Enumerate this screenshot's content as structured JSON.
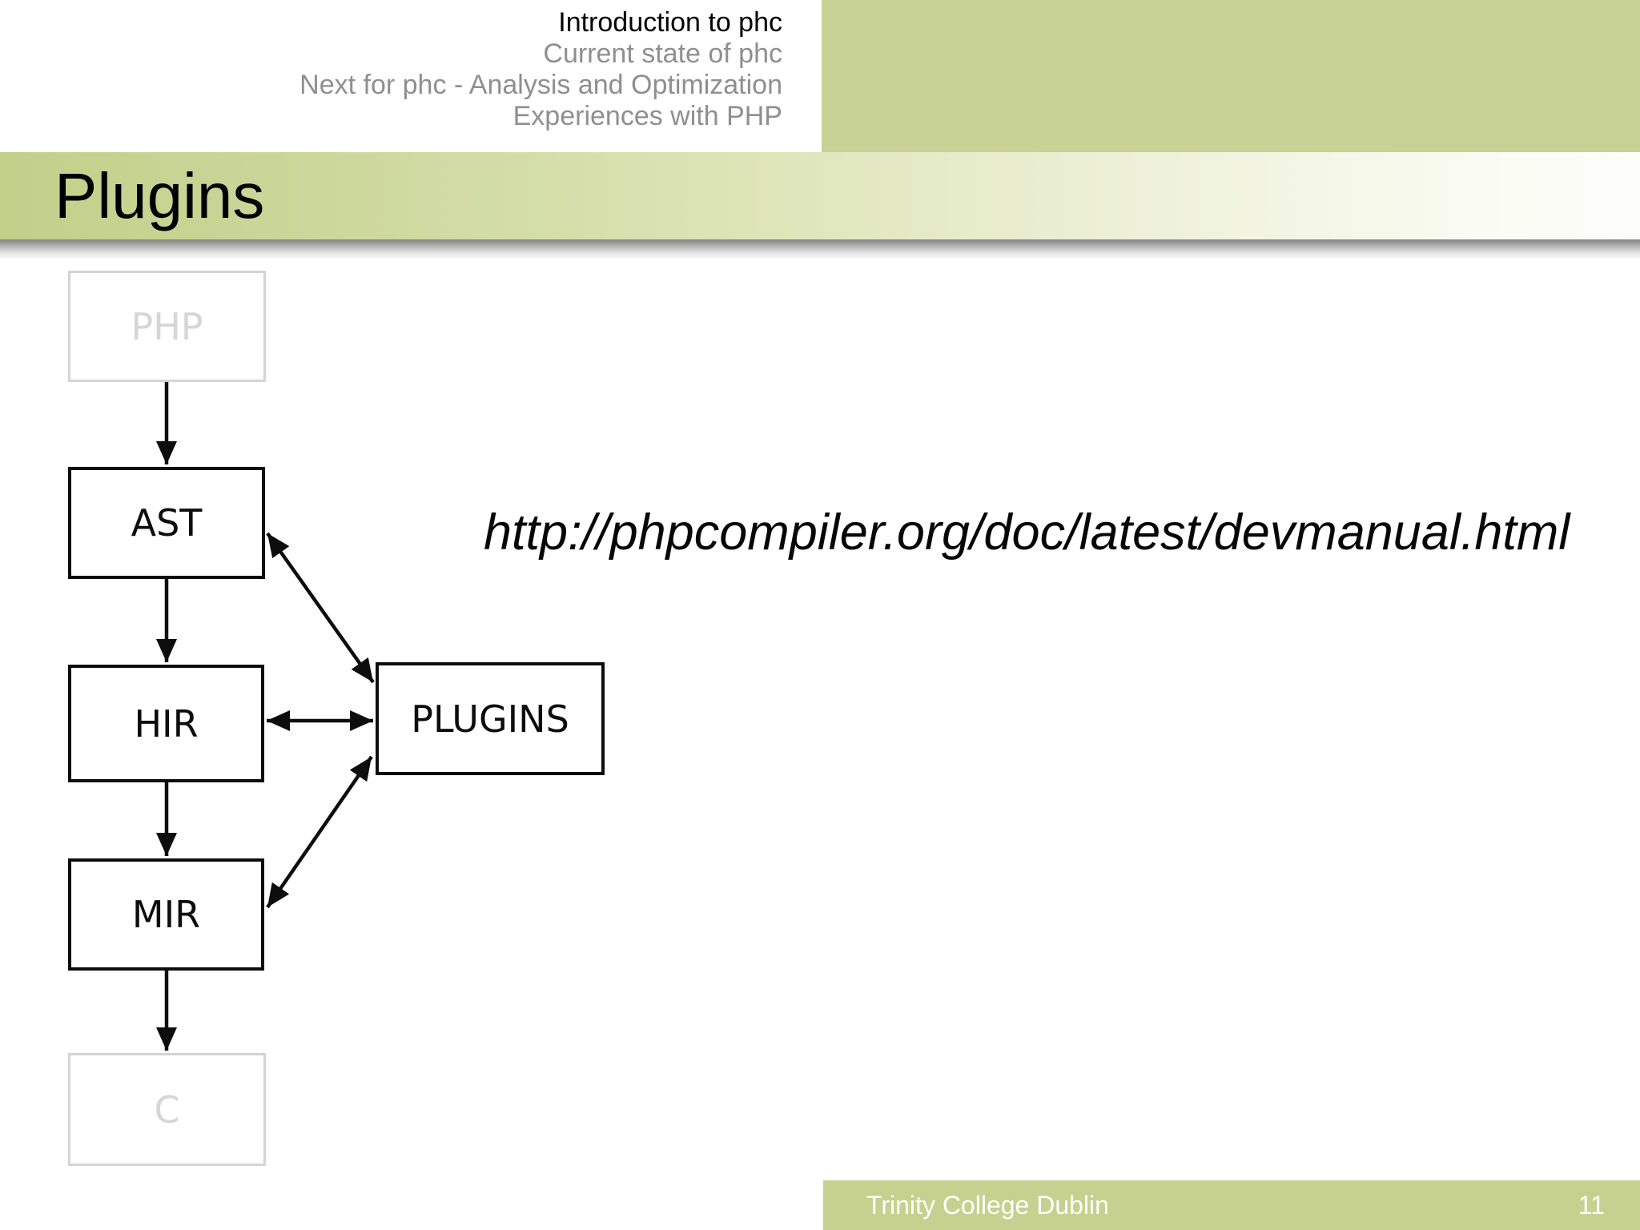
{
  "header": {
    "sections": [
      {
        "label": "Introduction to phc",
        "active": true
      },
      {
        "label": "Current state of phc",
        "active": false
      },
      {
        "label": "Next for phc - Analysis and Optimization",
        "active": false
      },
      {
        "label": "Experiences with PHP",
        "active": false
      }
    ]
  },
  "slide": {
    "title": "Plugins",
    "page_number": "11"
  },
  "link": {
    "url": "http://phpcompiler.org/doc/latest/devmanual.html"
  },
  "diagram": {
    "nodes": [
      {
        "id": "php",
        "label": "PHP",
        "emphasis": "faded"
      },
      {
        "id": "ast",
        "label": "AST",
        "emphasis": "normal"
      },
      {
        "id": "hir",
        "label": "HIR",
        "emphasis": "normal"
      },
      {
        "id": "mir",
        "label": "MIR",
        "emphasis": "normal"
      },
      {
        "id": "c",
        "label": "C",
        "emphasis": "faded"
      },
      {
        "id": "plugins",
        "label": "PLUGINS",
        "emphasis": "normal"
      }
    ],
    "edges": [
      {
        "from": "PHP",
        "to": "AST",
        "type": "arrow"
      },
      {
        "from": "AST",
        "to": "HIR",
        "type": "arrow"
      },
      {
        "from": "HIR",
        "to": "MIR",
        "type": "arrow"
      },
      {
        "from": "MIR",
        "to": "C",
        "type": "arrow"
      },
      {
        "from": "AST",
        "to": "PLUGINS",
        "type": "double-arrow"
      },
      {
        "from": "HIR",
        "to": "PLUGINS",
        "type": "double-arrow"
      },
      {
        "from": "MIR",
        "to": "PLUGINS",
        "type": "double-arrow"
      }
    ]
  },
  "footer": {
    "institute": "Trinity College Dublin"
  },
  "colors": {
    "structure_green": "#c8d294",
    "footer_green": "#c6d08f",
    "nav_active": "#000000",
    "nav_inactive": "#8f8f8f",
    "faded_node_gray": "#d6d6d6",
    "footer_text": "#ffffff"
  }
}
